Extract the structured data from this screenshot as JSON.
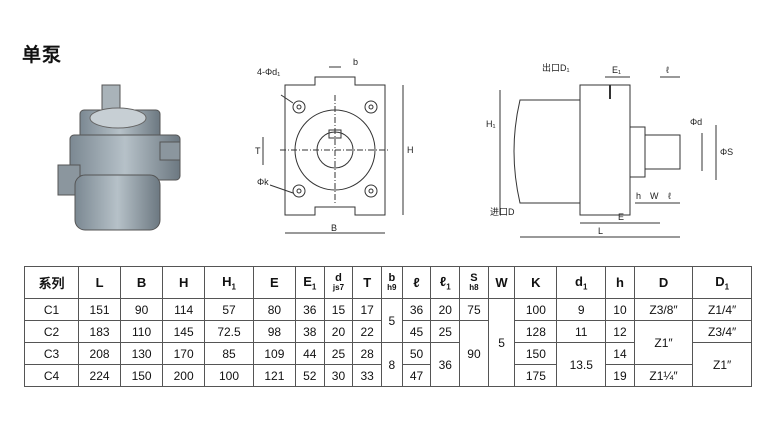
{
  "title": "单泵",
  "front_view": {
    "labels": {
      "holes": "4-Φd₁",
      "b": "b",
      "t": "T",
      "h": "H",
      "k": "Φk",
      "bw": "B"
    }
  },
  "side_view": {
    "labels": {
      "outlet": "出口D₁",
      "inlet": "进口D",
      "e1": "E₁",
      "l_small": "ℓ",
      "h1": "H₁",
      "phi_d": "Φd",
      "phi_s": "ΦS",
      "h": "h",
      "w": "W",
      "l_small2": "ℓ",
      "e": "E",
      "l": "L"
    }
  },
  "table": {
    "headers": [
      {
        "main": "系列",
        "sub": ""
      },
      {
        "main": "L",
        "sub": ""
      },
      {
        "main": "B",
        "sub": ""
      },
      {
        "main": "H",
        "sub": ""
      },
      {
        "main": "H",
        "sub": "1"
      },
      {
        "main": "E",
        "sub": ""
      },
      {
        "main": "E",
        "sub": "1"
      },
      {
        "main": "d",
        "sub": "js7"
      },
      {
        "main": "T",
        "sub": ""
      },
      {
        "main": "b",
        "sub": "h9"
      },
      {
        "main": "ℓ",
        "sub": ""
      },
      {
        "main": "ℓ",
        "sub": "1"
      },
      {
        "main": "S",
        "sub": "h8"
      },
      {
        "main": "W",
        "sub": ""
      },
      {
        "main": "K",
        "sub": ""
      },
      {
        "main": "d",
        "sub": "1"
      },
      {
        "main": "h",
        "sub": ""
      },
      {
        "main": "D",
        "sub": ""
      },
      {
        "main": "D",
        "sub": "1"
      }
    ],
    "rows": [
      {
        "series": "C1",
        "L": "151",
        "B": "90",
        "H": "114",
        "H1": "57",
        "E": "80",
        "E1": "36",
        "d": "15",
        "T": "17",
        "l": "36",
        "l1": "20",
        "K": "100",
        "d1": "9",
        "h": "10",
        "D": "Z3/8″",
        "D1": "Z1/4″"
      },
      {
        "series": "C2",
        "L": "183",
        "B": "110",
        "H": "145",
        "H1": "72.5",
        "E": "98",
        "E1": "38",
        "d": "20",
        "T": "22",
        "l": "45",
        "l1": "25",
        "K": "128",
        "d1": "11",
        "h": "12",
        "D1": "Z3/4″"
      },
      {
        "series": "C3",
        "L": "208",
        "B": "130",
        "H": "170",
        "H1": "85",
        "E": "109",
        "E1": "44",
        "d": "25",
        "T": "28",
        "l": "50",
        "K": "150",
        "h": "14"
      },
      {
        "series": "C4",
        "L": "224",
        "B": "150",
        "H": "200",
        "H1": "100",
        "E": "121",
        "E1": "52",
        "d": "30",
        "T": "33",
        "l": "47",
        "K": "175",
        "h": "19"
      }
    ],
    "merged": {
      "b_c1c2": "5",
      "b_c3c4": "8",
      "l1_c3c4": "36",
      "S_c1": "75",
      "S_c2c4": "90",
      "W_all": "5",
      "d1_c3c4": "13.5",
      "D_c2c3": "Z1″",
      "D_c4": "Z1¼″",
      "D1_c3c4": "Z1″"
    }
  }
}
